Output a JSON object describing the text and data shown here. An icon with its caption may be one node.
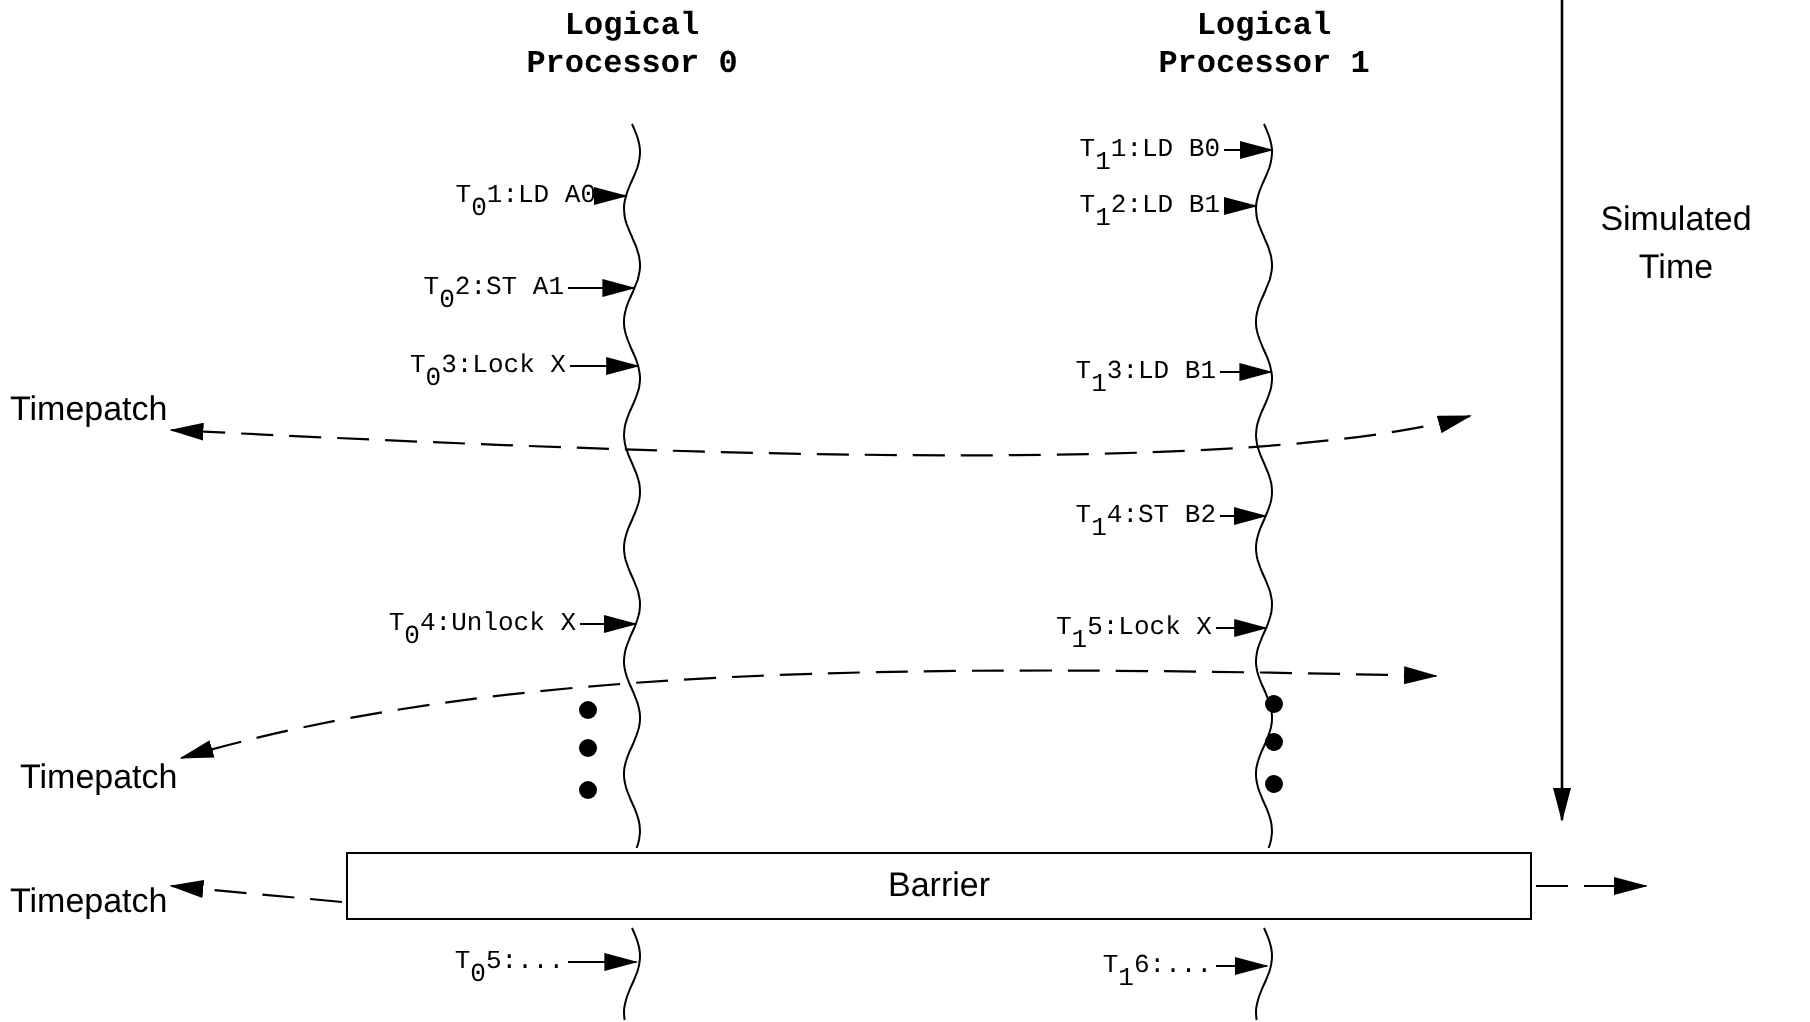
{
  "diagram": {
    "nodes": [
      {
        "text": [
          "Logical Processor 0"
        ]
      },
      {
        "text": [
          "Logical Processor 1"
        ]
      },
      {
        "text": [
          "T$_{0}$1:LD A0"
        ]
      },
      {
        "text": [
          "T$_{0}$2:ST A1"
        ]
      },
      {
        "text": [
          "T$_{0}$3:Lock X"
        ]
      },
      {
        "text": [
          "T$_{0}$4:Unlock X"
        ]
      },
      {
        "text": [
          "T$_{0}$5:..."
        ]
      },
      {
        "text": [
          "T$_{1}$1:LD B0"
        ]
      },
      {
        "text": [
          "T$_{1}$2:LD B1"
        ]
      },
      {
        "text": [
          "T$_{1}$3:LD B1"
        ]
      },
      {
        "text": [
          "T$_{1}$4:ST B2"
        ]
      },
      {
        "text": [
          "T$_{1}$5:Lock X"
        ]
      },
      {
        "text": [
          "T$_{1}$6:..."
        ]
      },
      {
        "text": [
          "Timepatch"
        ]
      },
      {
        "text": [
          "Timepatch"
        ]
      },
      {
        "text": [
          "Barrier"
        ]
      },
      {
        "text": [
          "Timepatch"
        ]
      }
    ],
    "edges": [
      {
        "from": 2,
        "to": 0,
        "arrow": "to"
      },
      {
        "from": 3,
        "to": 0,
        "arrow": "to"
      },
      {
        "from": 4,
        "to": 0,
        "arrow": "to"
      },
      {
        "from": 5,
        "to": 0,
        "arrow": "to"
      },
      {
        "from": 6,
        "to": 0,
        "arrow": "to"
      },
      {
        "from": 7,
        "to": 1,
        "arrow": "to"
      },
      {
        "from": 8,
        "to": 1,
        "arrow": "to"
      },
      {
        "from": 9,
        "to": 1,
        "arrow": "to"
      },
      {
        "from": 10,
        "to": 1,
        "arrow": "to"
      },
      {
        "from": 11,
        "to": 1,
        "arrow": "to"
      },
      {
        "from": 12,
        "to": 1,
        "arrow": "to"
      },
      {
        "from": null,
        "to": 13,
        "arrow": "both",
        "style": "dashed"
      },
      {
        "from": null,
        "to": 14,
        "arrow": "both",
        "style": "dashed"
      },
      {
        "from": 15,
        "to": 16,
        "arrow": "to",
        "style": "dashed"
      },
      {
        "from": 15,
        "to": null,
        "arrow": "to",
        "style": "dashed"
      }
    ],
    "labels": [
      "Simulated Time"
    ]
  }
}
